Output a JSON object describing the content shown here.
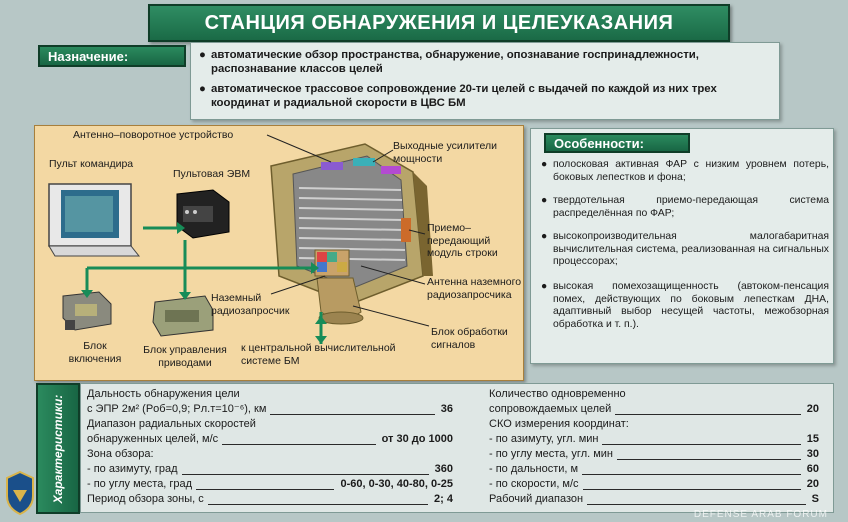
{
  "title": "СТАНЦИЯ ОБНАРУЖЕНИЯ И ЦЕЛЕУКАЗАНИЯ",
  "purpose": {
    "label": "Назначение:",
    "items": [
      "автоматические обзор пространства, обнаружение, опознавание госпринадлежности, распознавание классов целей",
      "автоматическое трассовое сопровождение 20-ти целей с выдачей по каждой из них трех координат и радиальной скорости в ЦВС БМ"
    ]
  },
  "diagram": {
    "labels": {
      "antenna_rotator": "Антенно–поворотное устройство",
      "output_amps": "Выходные усилители мощности",
      "commander_console": "Пульт командира",
      "console_computer": "Пультовая ЭВМ",
      "transceiver": "Приемо–передающий модуль строки",
      "ground_antenna": "Антенна наземного радиозапросчика",
      "ground_interrogator": "Наземный радиозапросчик",
      "switch_unit": "Блок включения",
      "drive_control": "Блок управления приводами",
      "signal_processing": "Блок обработки сигналов",
      "to_central": "к центральной вычислительной системе БМ"
    }
  },
  "features": {
    "label": "Особенности:",
    "items": [
      "полосковая активная ФАР с низким уровнем потерь, боковых лепестков и фона;",
      "твердотельная приемо-передающая система распределённая по ФАР;",
      "высокопроизводительная малогабаритная вычислительная система, реализованная на сигнальных процессорах;",
      "высокая помехозащищенность (автоком-пенсация помех, действующих по боковым лепесткам ДНА, адаптивный выбор несущей частоты, межобзорная обработка и т. п.)."
    ]
  },
  "characteristics": {
    "label": "Характеристики:",
    "left": [
      {
        "text": "Дальность обнаружения цели",
        "value": ""
      },
      {
        "text": "с ЭПР 2м² (Pоб=0,9; Pл.т=10⁻⁶), км",
        "value": "36"
      },
      {
        "text": "Диапазон радиальных скоростей",
        "value": ""
      },
      {
        "text": "обнаруженных целей, м/с",
        "value": "от 30 до 1000"
      },
      {
        "text": "Зона обзора:",
        "value": ""
      },
      {
        "text": "- по азимуту, град",
        "value": "360"
      },
      {
        "text": "- по углу места, град",
        "value": "0-60, 0-30, 40-80, 0-25"
      },
      {
        "text": "Период обзора зоны, с",
        "value": "2; 4"
      }
    ],
    "right": [
      {
        "text": "Количество одновременно",
        "value": ""
      },
      {
        "text": "сопровождаемых целей",
        "value": "20"
      },
      {
        "text": "СКО измерения координат:",
        "value": ""
      },
      {
        "text": "- по азимуту, угл. мин",
        "value": "15"
      },
      {
        "text": "- по углу места, угл. мин",
        "value": "30"
      },
      {
        "text": "- по дальности, м",
        "value": "60"
      },
      {
        "text": "- по скорости, м/с",
        "value": "20"
      },
      {
        "text": "Рабочий диапазон",
        "value": "S"
      }
    ]
  },
  "watermark": "DEFENSE ARAB FORUM",
  "bullet": "●"
}
